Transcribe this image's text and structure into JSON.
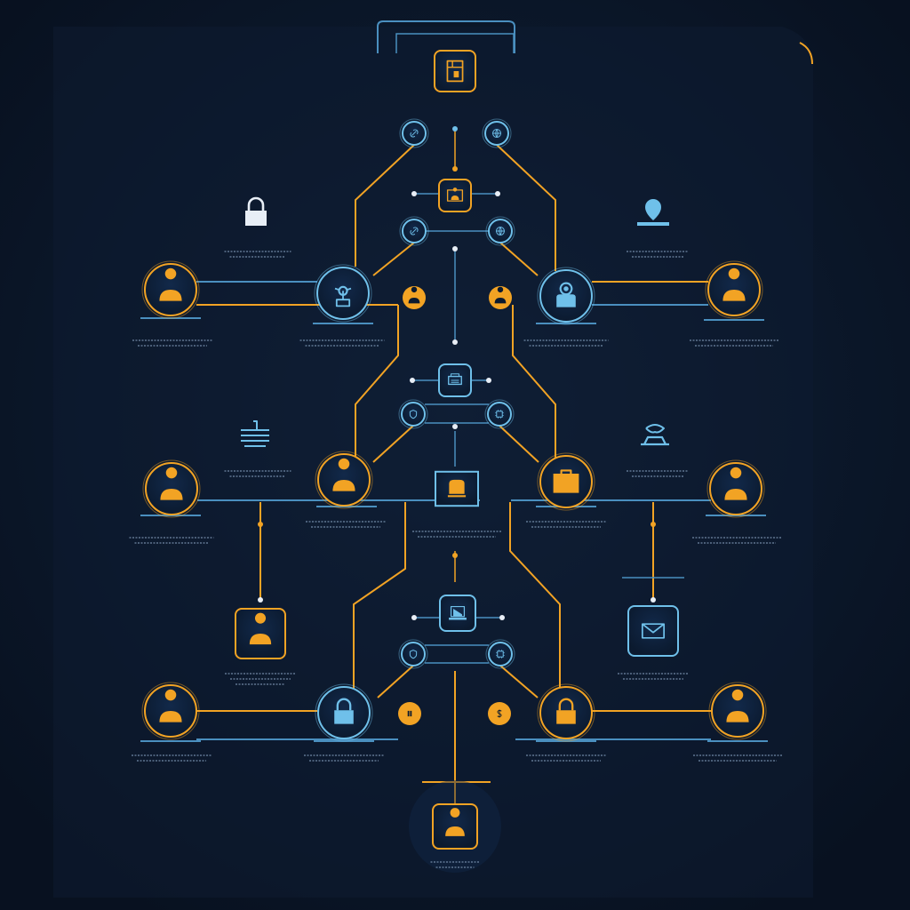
{
  "colors": {
    "background": "#0a1424",
    "panel": "#0f1e33",
    "orange": "#f2a324",
    "blue": "#6fc0ea",
    "blue_dim": "#4a8fbf",
    "caption": "#6f86a3"
  },
  "nodes": [
    {
      "id": "top-node",
      "icon": "document-icon",
      "style": "orange",
      "shape": "rounded-square"
    },
    {
      "id": "root-connector-left",
      "icon": "link-icon",
      "style": "blue",
      "shape": "circle"
    },
    {
      "id": "root-connector-right",
      "icon": "globe-icon",
      "style": "blue",
      "shape": "circle"
    },
    {
      "id": "tier1-center-card",
      "icon": "user-card-icon",
      "style": "orange",
      "shape": "rounded-square"
    },
    {
      "id": "tier1-connector-left",
      "icon": "link-icon",
      "style": "blue",
      "shape": "circle"
    },
    {
      "id": "tier1-connector-right",
      "icon": "globe-icon",
      "style": "blue",
      "shape": "circle"
    },
    {
      "id": "tier1-lock-standalone",
      "icon": "lock-icon",
      "style": "white",
      "shape": "none"
    },
    {
      "id": "tier1-person-pin-standalone",
      "icon": "location-pin-icon",
      "style": "blue",
      "shape": "none"
    },
    {
      "id": "tier1-user-far-left",
      "icon": "user-icon",
      "style": "orange",
      "shape": "circle"
    },
    {
      "id": "tier1-network-hub-left",
      "icon": "network-hub-icon",
      "style": "blue",
      "shape": "circle"
    },
    {
      "id": "tier1-small-user-left",
      "icon": "user-icon",
      "style": "orange",
      "shape": "small-circle"
    },
    {
      "id": "tier1-small-user-right",
      "icon": "user-icon",
      "style": "orange",
      "shape": "small-circle"
    },
    {
      "id": "tier1-camera-hub-right",
      "icon": "webcam-icon",
      "style": "blue",
      "shape": "circle"
    },
    {
      "id": "tier1-user-far-right",
      "icon": "user-icon",
      "style": "orange",
      "shape": "circle"
    },
    {
      "id": "tier2-center-card",
      "icon": "printer-icon",
      "style": "blue",
      "shape": "rounded-square"
    },
    {
      "id": "tier2-connector-left",
      "icon": "shield-icon",
      "style": "blue",
      "shape": "circle"
    },
    {
      "id": "tier2-connector-right",
      "icon": "chip-icon",
      "style": "blue",
      "shape": "circle"
    },
    {
      "id": "tier2-server-standalone",
      "icon": "server-icon",
      "style": "blue",
      "shape": "none"
    },
    {
      "id": "tier2-phone-standalone",
      "icon": "telephone-icon",
      "style": "blue",
      "shape": "none"
    },
    {
      "id": "tier2-user-far-left",
      "icon": "user-icon",
      "style": "orange",
      "shape": "circle"
    },
    {
      "id": "tier2-user-hub-left",
      "icon": "user-icon",
      "style": "orange",
      "shape": "circle"
    },
    {
      "id": "tier2-center-screen",
      "icon": "monitor-icon",
      "style": "orange",
      "shape": "square"
    },
    {
      "id": "tier2-briefcase-hub-right",
      "icon": "briefcase-icon",
      "style": "orange",
      "shape": "circle"
    },
    {
      "id": "tier2-user-far-right",
      "icon": "user-icon",
      "style": "orange",
      "shape": "circle"
    },
    {
      "id": "tier3-user-card-left",
      "icon": "user-icon",
      "style": "orange",
      "shape": "rounded-square"
    },
    {
      "id": "tier3-mail-card-right",
      "icon": "mail-icon",
      "style": "blue",
      "shape": "rounded-square"
    },
    {
      "id": "tier3-center-card",
      "icon": "laptop-icon",
      "style": "blue",
      "shape": "rounded-square"
    },
    {
      "id": "tier3-connector-left",
      "icon": "shield-icon",
      "style": "blue",
      "shape": "circle"
    },
    {
      "id": "tier3-connector-right",
      "icon": "chip-icon",
      "style": "blue",
      "shape": "circle"
    },
    {
      "id": "tier3-user-far-left",
      "icon": "user-icon",
      "style": "orange",
      "shape": "circle"
    },
    {
      "id": "tier3-lock-hub-left",
      "icon": "lock-icon",
      "style": "blue",
      "shape": "circle"
    },
    {
      "id": "tier3-small-orange-left",
      "icon": "pause-icon",
      "style": "orange",
      "shape": "small-circle"
    },
    {
      "id": "tier3-small-orange-right",
      "icon": "dollar-icon",
      "style": "orange",
      "shape": "small-circle"
    },
    {
      "id": "tier3-lock-hub-right",
      "icon": "lock-icon",
      "style": "orange",
      "shape": "circle"
    },
    {
      "id": "tier3-user-far-right",
      "icon": "user-icon",
      "style": "orange",
      "shape": "circle"
    },
    {
      "id": "bottom-node",
      "icon": "user-icon",
      "style": "orange",
      "shape": "rounded-square"
    }
  ]
}
